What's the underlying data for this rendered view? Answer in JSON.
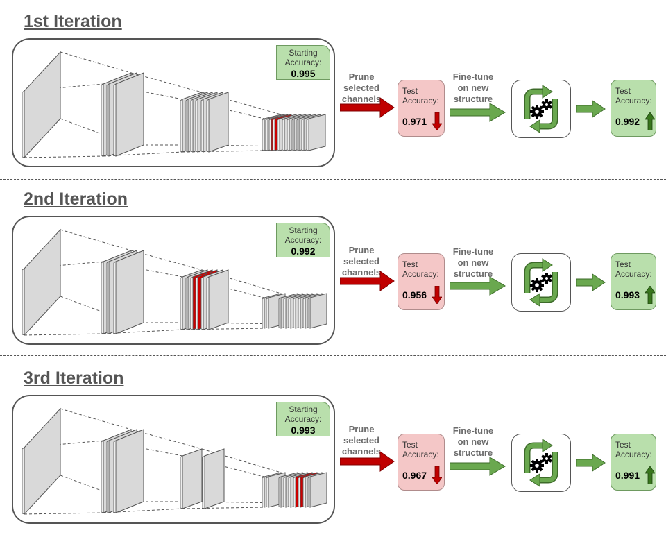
{
  "iterations": [
    {
      "title": "1st Iteration",
      "starting_label": "Starting Accuracy:",
      "starting_value": "0.995",
      "prune_label": [
        "Prune",
        "selected",
        "channels"
      ],
      "test_label": "Test Accuracy:",
      "pruned_value": "0.971",
      "finetune_label": [
        "Fine-tune",
        "on new",
        "structure"
      ],
      "final_value": "0.992"
    },
    {
      "title": "2nd Iteration",
      "starting_label": "Starting Accuracy:",
      "starting_value": "0.992",
      "prune_label": [
        "Prune",
        "selected",
        "channels"
      ],
      "test_label": "Test Accuracy:",
      "pruned_value": "0.956",
      "finetune_label": [
        "Fine-tune",
        "on new",
        "structure"
      ],
      "final_value": "0.993"
    },
    {
      "title": "3rd Iteration",
      "starting_label": "Starting Accuracy:",
      "starting_value": "0.993",
      "prune_label": [
        "Prune",
        "selected",
        "channels"
      ],
      "test_label": "Test Accuracy:",
      "pruned_value": "0.967",
      "finetune_label": [
        "Fine-tune",
        "on new",
        "structure"
      ],
      "final_value": "0.991"
    }
  ],
  "colors": {
    "prune_arrow": "#c00000",
    "finetune_arrow": "#6aa84f",
    "pruned_channel": "#cc0000",
    "layer_fill": "#d9d9d9",
    "down_arrow": "#c00000",
    "up_arrow": "#38761d"
  },
  "icons": {
    "cycle": "recycle-arrows-icon",
    "gears": "gears-icon",
    "down": "arrow-down-icon",
    "up": "arrow-up-icon"
  }
}
